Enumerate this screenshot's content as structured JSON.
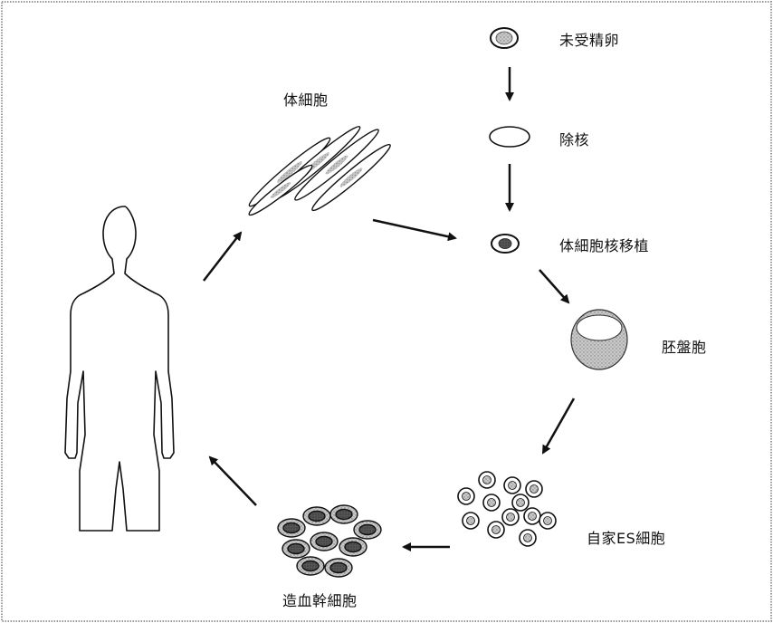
{
  "labels": {
    "unfertilized_egg": "未受精卵",
    "enucleation": "除核",
    "nuclear_transfer": "体細胞核移植",
    "blastocyst": "胚盤胞",
    "autologous_es": "自家ES細胞",
    "hematopoietic_stem": "造血幹細胞",
    "somatic_cell": "体細胞"
  },
  "colors": {
    "ink": "#111111",
    "cell_fill": "#9a9a9a",
    "cell_dark": "#3a3a3a",
    "border": "#8a8a8a"
  }
}
